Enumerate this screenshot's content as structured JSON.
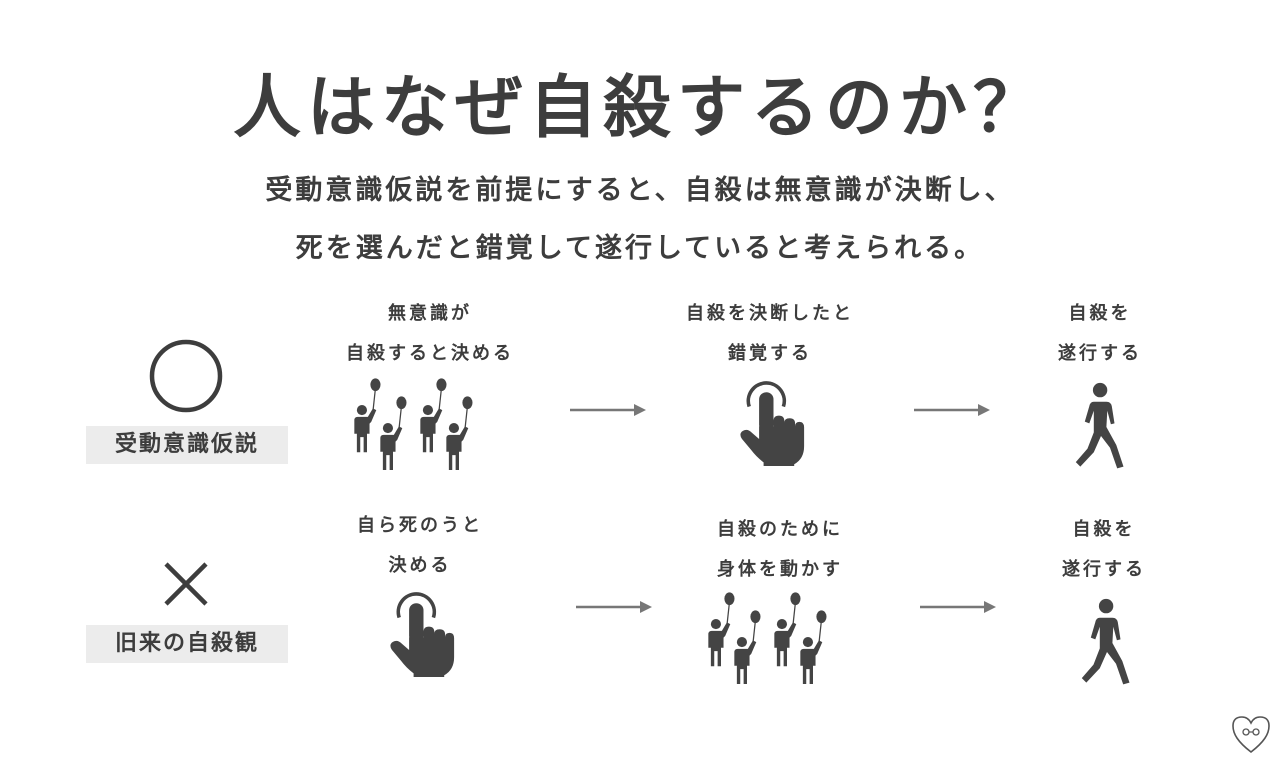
{
  "title": "人はなぜ自殺するのか？",
  "subtitle": {
    "line1": "受動意識仮説を前提にすると、自殺は無意識が決断し、",
    "line2": "死を選んだと錯覚して遂行していると考えられる。"
  },
  "rows": [
    {
      "mark": "circle",
      "label": "受動意識仮説",
      "steps": [
        {
          "line1": "無意識が",
          "line2": "自殺すると決める",
          "icon": "people-with-balloons-icon"
        },
        {
          "line1": "自殺を決断したと",
          "line2": "錯覚する",
          "icon": "pointing-hand-icon"
        },
        {
          "line1": "自殺を",
          "line2": "遂行する",
          "icon": "walking-person-icon"
        }
      ]
    },
    {
      "mark": "cross",
      "label": "旧来の自殺観",
      "steps": [
        {
          "line1": "自ら死のうと",
          "line2": "決める",
          "icon": "pointing-hand-icon"
        },
        {
          "line1": "自殺のために",
          "line2": "身体を動かす",
          "icon": "people-with-balloons-icon"
        },
        {
          "line1": "自殺を",
          "line2": "遂行する",
          "icon": "walking-person-icon"
        }
      ]
    }
  ],
  "colors": {
    "text": "#3d3d3d",
    "icon": "#444444",
    "arrow": "#777777",
    "label_bg": "#ececec"
  }
}
